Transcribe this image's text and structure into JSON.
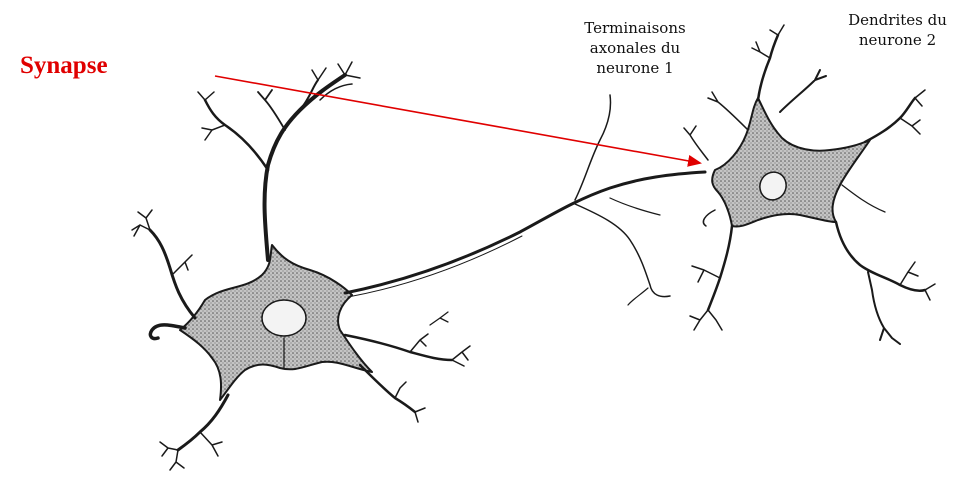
{
  "labels": {
    "synapse": "Synapse",
    "terminals": [
      "Terminaisons",
      "axonales du",
      "neurone 1"
    ],
    "dendrites": [
      "Dendrites du",
      "neurone 2"
    ]
  },
  "colors": {
    "arrow": "#e00000",
    "membrane": "#1a1a1a",
    "cytoplasm": "#a9a9a9",
    "nucleus": "#f3f3f3"
  }
}
